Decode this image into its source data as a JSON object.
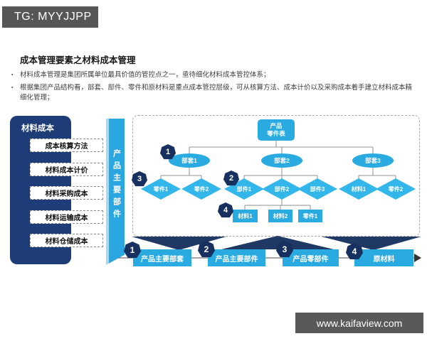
{
  "header": {
    "tg_label": "TG: MYYJJPP"
  },
  "title": "成本管理要素之材料成本管理",
  "bullets": [
    "材料成本管理是集团所属单位最具价值的管控点之一，亟待细化材料成本管控体系；",
    "根据集团产品结构看，部套、部件、零件和原材料是重点成本管控层级，可从核算方法、成本计价以及采购成本着手建立材料成本精细化管理；"
  ],
  "sidebar": {
    "title": "材料成本",
    "items": [
      "成本核算方法",
      "材料成本计价",
      "材料采购成本",
      "材料运输成本",
      "材料仓储成本"
    ]
  },
  "ribbon": {
    "label": "产品主要部件"
  },
  "diagram": {
    "root_line1": "产品",
    "root_line2": "零件表",
    "level2": [
      "部套1",
      "部套2",
      "部套3"
    ],
    "level3_group1": [
      "零件1",
      "零件2"
    ],
    "level3_group2": [
      "部件1",
      "部件2",
      "部件3"
    ],
    "level3_group3": [
      "材料1",
      "零件2"
    ],
    "level4": [
      "材料1",
      "材料2",
      "零件1"
    ],
    "badges": {
      "b1": "1",
      "b2": "2",
      "b3": "3",
      "b4": "4"
    }
  },
  "flow": {
    "steps": [
      {
        "num": "1",
        "label": "产品主要部套"
      },
      {
        "num": "2",
        "label": "产品主要部件"
      },
      {
        "num": "3",
        "label": "产品零部件"
      },
      {
        "num": "4",
        "label": "原材料"
      }
    ]
  },
  "watermark": "www.kaifaview.com",
  "colors": {
    "accent_blue": "#29abe2",
    "diamond_blue": "#33b6e9",
    "dark_navy": "#1f3864",
    "sidebar_navy": "#1e3c78",
    "badge_navy": "#17305f",
    "tag_gray": "#565656",
    "watermark_gray": "#595959"
  }
}
